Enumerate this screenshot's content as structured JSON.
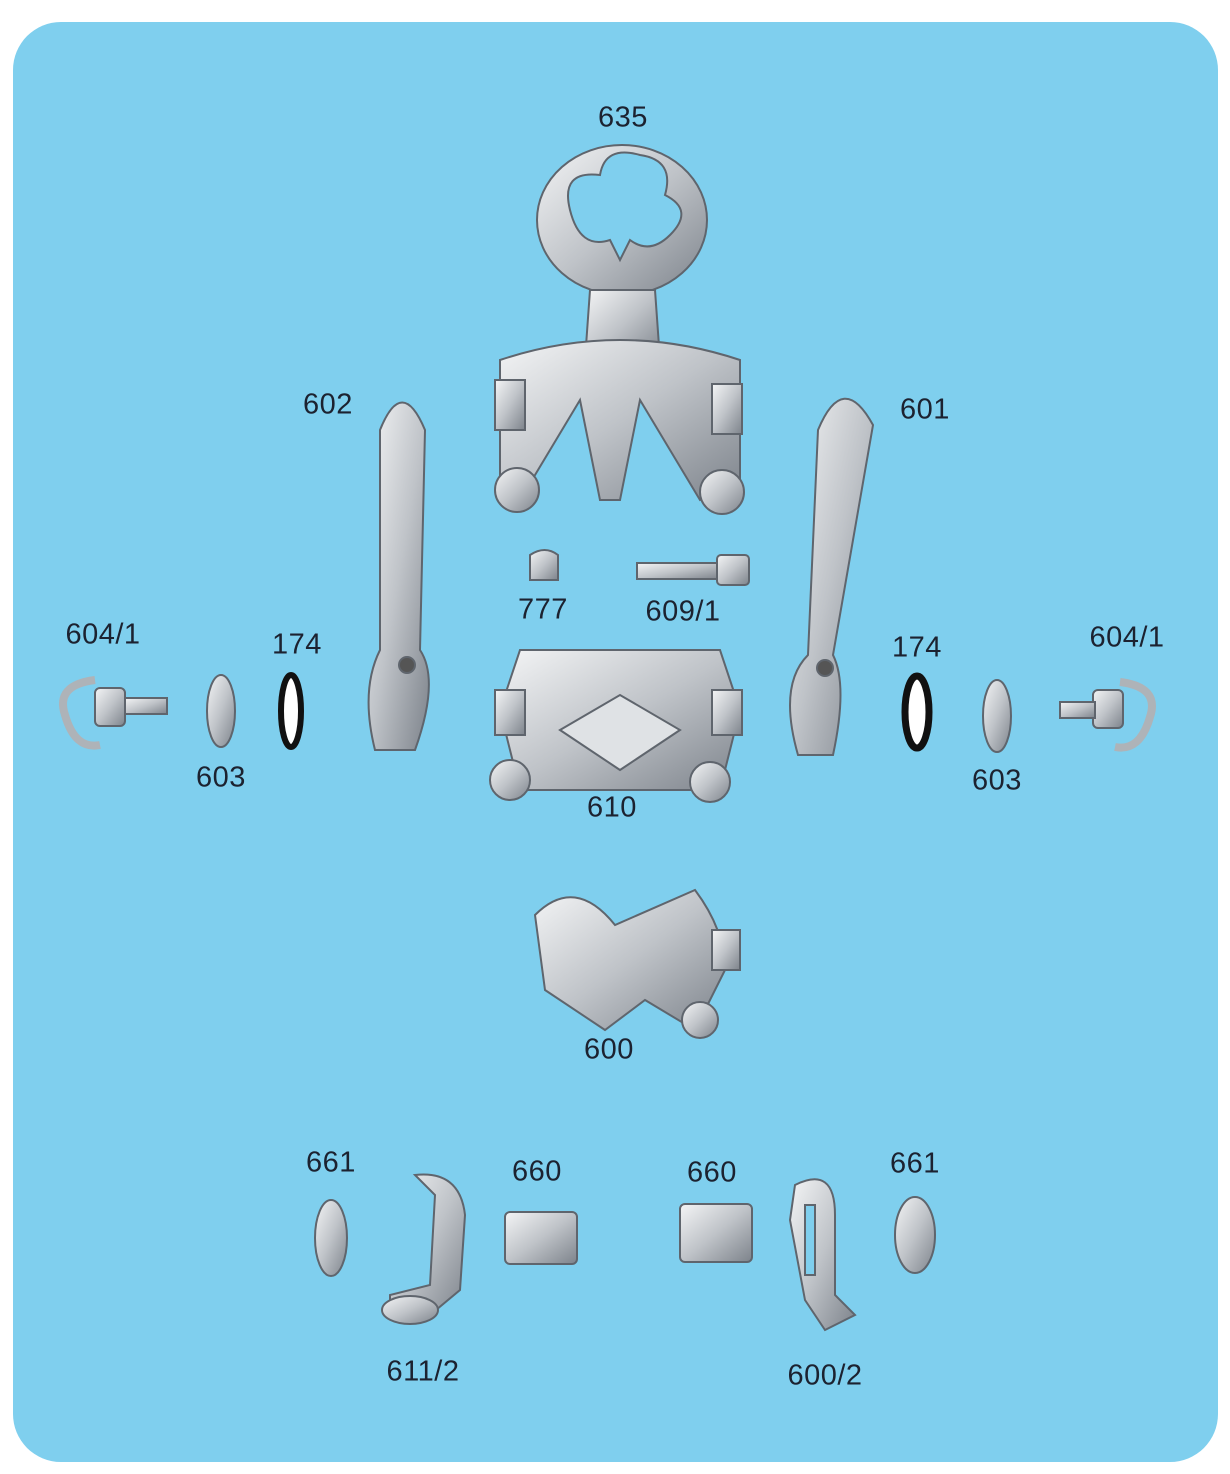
{
  "title": "Campagnolo shift lever exploded parts diagram",
  "colors": {
    "background": "#7fcfee",
    "label": "#1c2230",
    "metal": "#c9ccd0"
  },
  "parts": [
    {
      "id": "clamp-top",
      "label": "635"
    },
    {
      "id": "lever-left",
      "label": "602"
    },
    {
      "id": "lever-right",
      "label": "601"
    },
    {
      "id": "dring-left",
      "label": "604/1"
    },
    {
      "id": "washer-black-left",
      "label": "174"
    },
    {
      "id": "nut",
      "label": "777"
    },
    {
      "id": "screw",
      "label": "609/1"
    },
    {
      "id": "washer-black-right",
      "label": "174"
    },
    {
      "id": "dring-right",
      "label": "604/1"
    },
    {
      "id": "washer-left",
      "label": "603"
    },
    {
      "id": "washer-right",
      "label": "603"
    },
    {
      "id": "clamp-boss",
      "label": "610"
    },
    {
      "id": "clamp-band",
      "label": "600"
    },
    {
      "id": "spacer-left",
      "label": "661"
    },
    {
      "id": "insert-left",
      "label": "660"
    },
    {
      "id": "insert-right",
      "label": "660"
    },
    {
      "id": "spacer-right",
      "label": "661"
    },
    {
      "id": "stop-left",
      "label": "611/2"
    },
    {
      "id": "stop-right",
      "label": "600/2"
    }
  ]
}
